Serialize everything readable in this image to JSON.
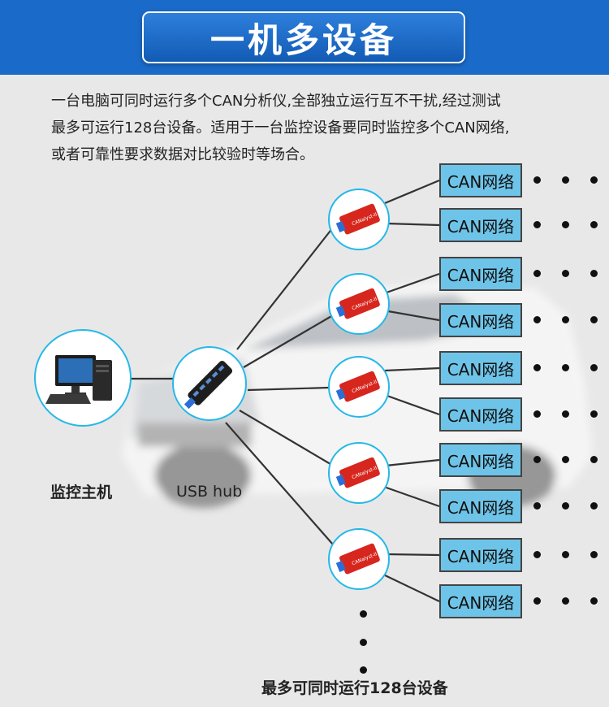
{
  "header": {
    "title": "一机多设备"
  },
  "description": {
    "lines": [
      "一台电脑可同时运行多个CAN分析仪,全部独立运行互不干扰,经过测试",
      "最多可运行128台设备。适用于一台监控设备要同时监控多个CAN网络,",
      "或者可靠性要求数据对比较验时等场合。"
    ]
  },
  "nodes": {
    "host_label": "监控主机",
    "hub_label": "USB hub",
    "analyzer_model_text": "CANalyst-II"
  },
  "networks": [
    {
      "label": "CAN网络"
    },
    {
      "label": "CAN网络"
    },
    {
      "label": "CAN网络"
    },
    {
      "label": "CAN网络"
    },
    {
      "label": "CAN网络"
    },
    {
      "label": "CAN网络"
    },
    {
      "label": "CAN网络"
    },
    {
      "label": "CAN网络"
    },
    {
      "label": "CAN网络"
    },
    {
      "label": "CAN网络"
    }
  ],
  "footer": {
    "note": "最多可同时运行128台设备"
  },
  "colors": {
    "banner": "#1a6bc9",
    "accent_ring": "#26b8e8",
    "can_box": "#6ec4e8",
    "device_red": "#d7261e"
  },
  "icons": [
    "computer-icon",
    "usb-hub-icon",
    "can-analyzer-icon"
  ]
}
